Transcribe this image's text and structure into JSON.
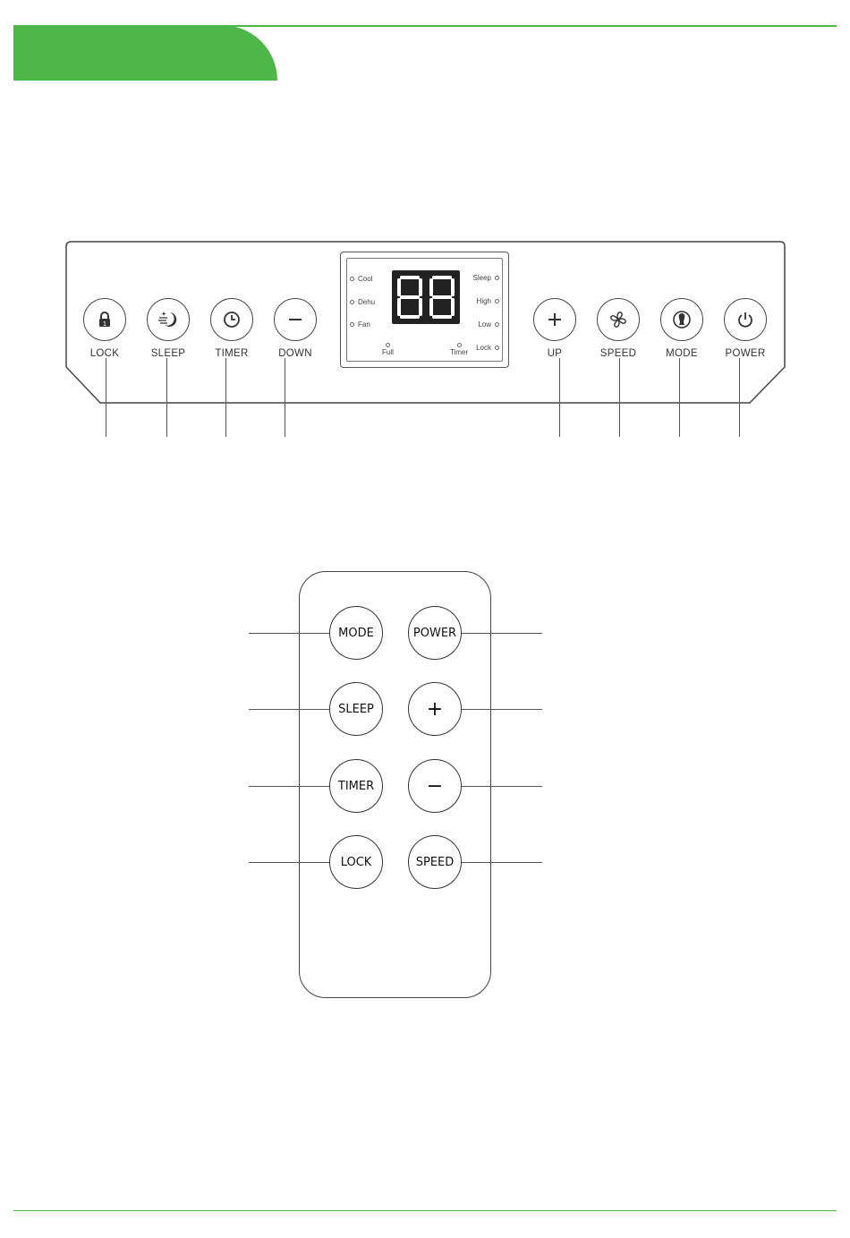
{
  "colors": {
    "accent": "#4db848",
    "stroke": "#444444"
  },
  "panel": {
    "left_buttons": [
      {
        "label": "LOCK",
        "icon": "lock-icon"
      },
      {
        "label": "SLEEP",
        "icon": "sleep-moon-icon"
      },
      {
        "label": "TIMER",
        "icon": "clock-icon"
      },
      {
        "label": "DOWN",
        "icon": "minus-icon"
      }
    ],
    "right_buttons": [
      {
        "label": "UP",
        "icon": "plus-icon"
      },
      {
        "label": "SPEED",
        "icon": "fan-icon"
      },
      {
        "label": "MODE",
        "icon": "mode-icon"
      },
      {
        "label": "POWER",
        "icon": "power-icon"
      }
    ],
    "display": {
      "left_indicators": [
        "Cool",
        "Dehu",
        "Fan"
      ],
      "right_indicators": [
        "Sleep",
        "High",
        "Low",
        "Lock"
      ],
      "bottom_indicators": [
        "Full",
        "Timer"
      ]
    }
  },
  "remote": {
    "left_buttons": [
      "MODE",
      "SLEEP",
      "TIMER",
      "LOCK"
    ],
    "right_buttons": [
      "POWER",
      "+",
      "−",
      "SPEED"
    ]
  }
}
